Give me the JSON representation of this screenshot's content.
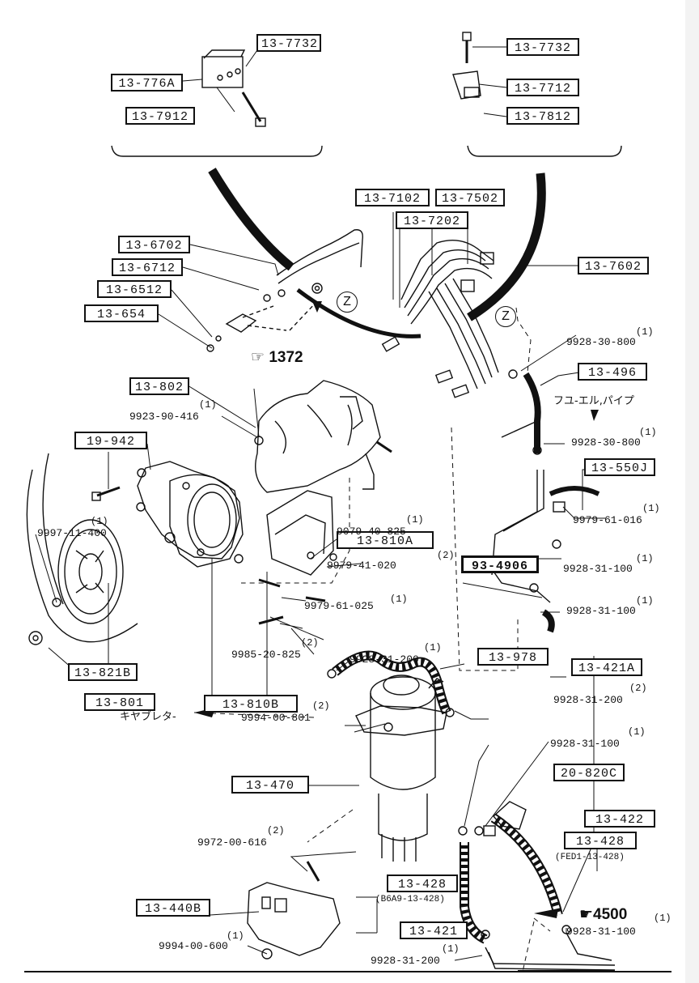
{
  "parts": {
    "p13_7732a": "13-7732",
    "p13_776a": "13-776A",
    "p13_7912": "13-7912",
    "p13_7732b": "13-7732",
    "p13_7712": "13-7712",
    "p13_7812": "13-7812",
    "p13_7102": "13-7102",
    "p13_7502": "13-7502",
    "p13_7202": "13-7202",
    "p13_6702": "13-6702",
    "p13_6712": "13-6712",
    "p13_6512": "13-6512",
    "p13_654": "13-654",
    "p13_7602": "13-7602",
    "p13_496": "13-496",
    "p13_802": "13-802",
    "p19_942": "19-942",
    "p13_550j": "13-550J",
    "p13_810a": "13-810A",
    "p93_4906": "93-4906",
    "p13_821b": "13-821B",
    "p13_801": "13-801",
    "p13_810b": "13-810B",
    "p13_978": "13-978",
    "p13_421a": "13-421A",
    "p20_820c": "20-820C",
    "p13_470": "13-470",
    "p13_422": "13-422",
    "p13_428a": "13-428",
    "p13_440b": "13-440B",
    "p13_428b": "13-428",
    "p13_421": "13-421"
  },
  "labels": {
    "l9928_30_800a": "9928-30-800",
    "l9923_90_416": "9923-90-416",
    "l9928_30_800b": "9928-30-800",
    "l9997_11_400": "9997-11-400",
    "l9979_61_016": "9979-61-016",
    "l9079_40_825": "9079-40-825",
    "l9928_31_100a": "9928-31-100",
    "l9979_41_020": "9979-41-020",
    "l9928_31_100b": "9928-31-100",
    "l9979_61_025": "9979-61-025",
    "l9985_20_825": "9985-20-825",
    "l9928_31_200a": "9928-31-200",
    "l9928_31_200b": "9928-31-200",
    "l9994_00_801": "9994-00-801",
    "l9928_31_100c": "9928-31-100",
    "l9972_00_616": "9972-00-616",
    "l9928_31_100d": "9928-31-100",
    "l9994_00_600": "9994-00-600",
    "l9928_31_200c": "9928-31-200",
    "fed1": "(FED1-13-428)",
    "b6a9": "(B6A9-13-428)"
  },
  "quantities": {
    "q1a": "(1)",
    "q1b": "(1)",
    "q1c": "(1)",
    "q1d": "(1)",
    "q1e": "(1)",
    "q1f": "(1)",
    "q1g": "(1)",
    "q2a": "(2)",
    "q1h": "(1)",
    "q2b": "(2)",
    "q1i": "(1)",
    "q2c": "(2)",
    "q1j": "(1)",
    "q2d": "(2)",
    "q2e": "(2)",
    "q1k": "(1)",
    "q1l": "(1)",
    "q1m": "(1)",
    "q1n": "(1)"
  },
  "refs": {
    "r1372": "1372",
    "r4500": "4500",
    "r4500_qty": "(1)"
  },
  "zone_marks": {
    "z1": "Z",
    "z2": "Z"
  },
  "japanese": {
    "fuel_pipe": "フユ-エル,パイプ",
    "carburetor": "キヤブレタ-"
  },
  "icons": {
    "reference_hand": "hand-pointer-icon"
  }
}
